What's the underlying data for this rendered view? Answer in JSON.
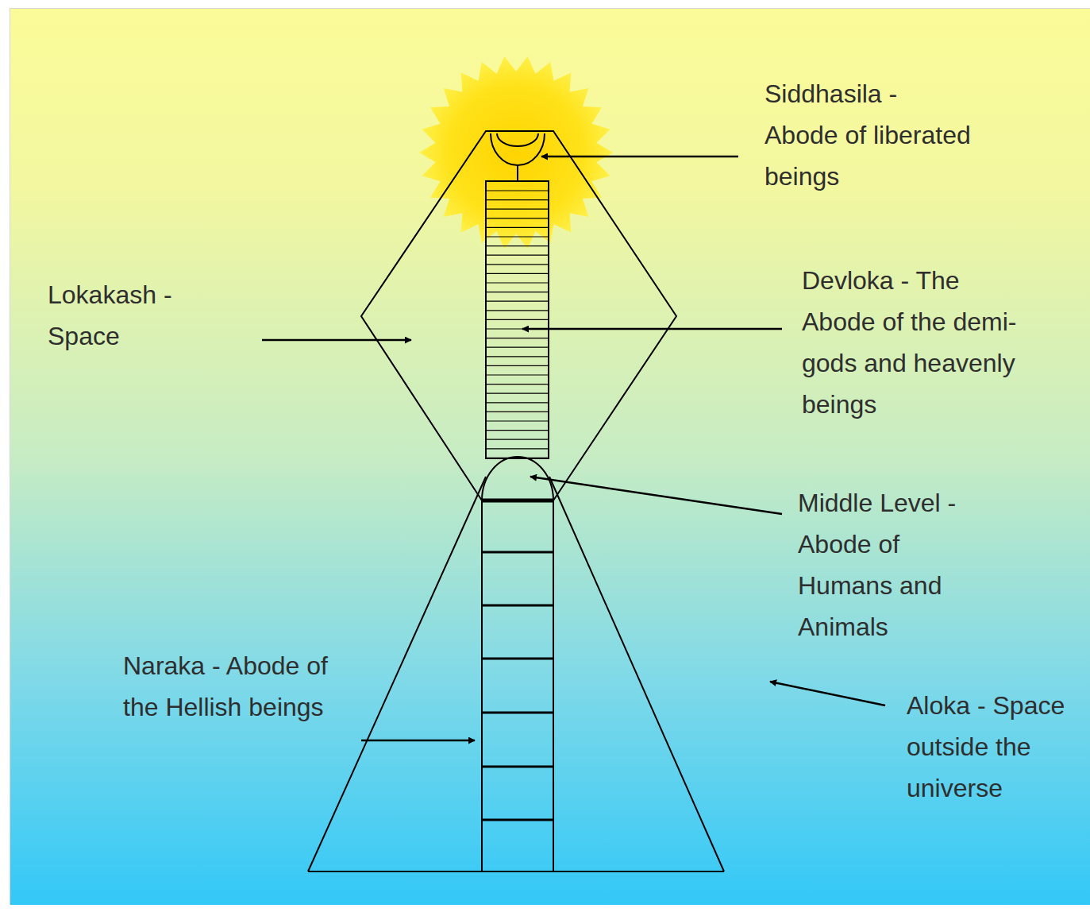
{
  "diagram": {
    "labels": [
      "Siddhasila - Abode of liberated beings",
      "Lokakash - Space",
      "Devloka - The Abode of the demi-gods and heavenly beings",
      "Middle Level - Abode of Humans and Animals",
      "Naraka - Abode of the Hellish beings",
      "Aloka - Space outside the universe"
    ]
  }
}
